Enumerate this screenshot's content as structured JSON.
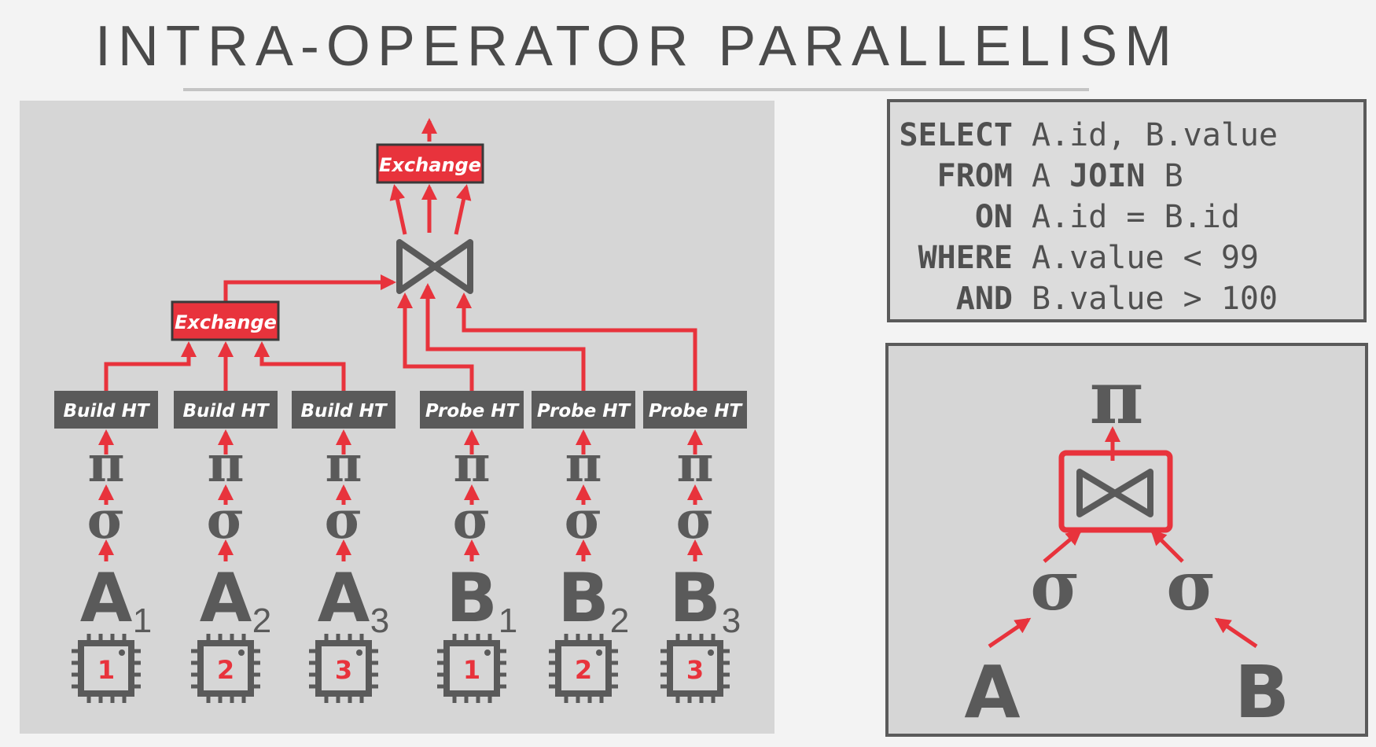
{
  "title": "INTRA-OPERATOR PARALLELISM",
  "colors": {
    "accent": "#e8333c",
    "dark": "#5a5a5a",
    "panel": "#d6d6d6"
  },
  "plan": {
    "exchange_top_label": "Exchange",
    "exchange_build_label": "Exchange",
    "join_symbol": "⋈",
    "pipelines": [
      {
        "op": "Build HT",
        "rel": "A",
        "sub": "1",
        "cpu": "1"
      },
      {
        "op": "Build HT",
        "rel": "A",
        "sub": "2",
        "cpu": "2"
      },
      {
        "op": "Build HT",
        "rel": "A",
        "sub": "3",
        "cpu": "3"
      },
      {
        "op": "Probe HT",
        "rel": "B",
        "sub": "1",
        "cpu": "1"
      },
      {
        "op": "Probe HT",
        "rel": "B",
        "sub": "2",
        "cpu": "2"
      },
      {
        "op": "Probe HT",
        "rel": "B",
        "sub": "3",
        "cpu": "3"
      }
    ],
    "projection_symbol": "π",
    "selection_symbol": "σ"
  },
  "sql": {
    "rows": [
      {
        "kw": "SELECT",
        "text": "A.id, B.value"
      },
      {
        "kw": "FROM",
        "pre": "A ",
        "join_kw": "JOIN",
        "post": " B"
      },
      {
        "kw": "ON",
        "text": "A.id = B.id"
      },
      {
        "kw": "WHERE",
        "text": "A.value < 99"
      },
      {
        "kw": "AND",
        "text": "B.value > 100"
      }
    ]
  },
  "logical_plan": {
    "projection_symbol": "π",
    "join_symbol": "⋈",
    "selection_symbol": "σ",
    "left_relation": "A",
    "right_relation": "B"
  }
}
